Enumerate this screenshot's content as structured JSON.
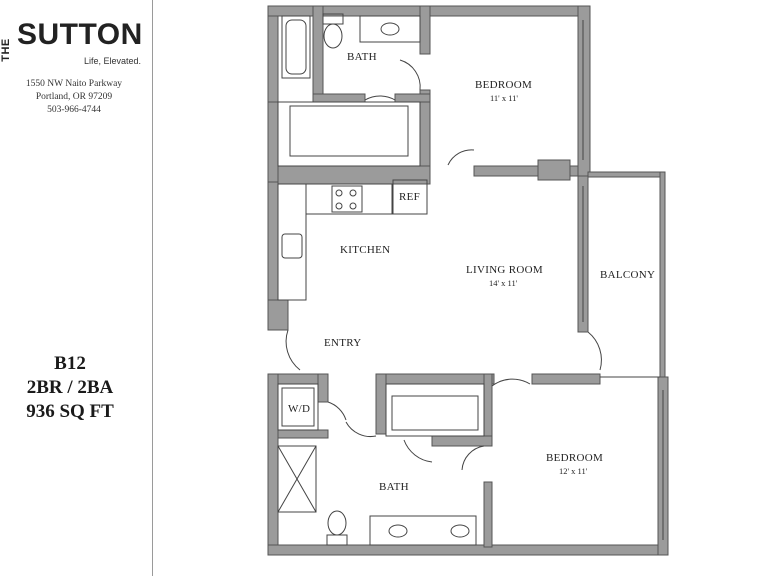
{
  "brand": {
    "prefix": "THE",
    "name": "SUTTON",
    "tagline": "Life, Elevated."
  },
  "address": {
    "street": "1550 NW Naito Parkway",
    "city": "Portland, OR 97209",
    "phone": "503-966-4744"
  },
  "unit": {
    "code": "B12",
    "layout": "2BR / 2BA",
    "size": "936 SQ FT"
  },
  "plan": {
    "bath_top": "BATH",
    "bedroom_top": "BEDROOM",
    "bedroom_top_dim": "11' x 11'",
    "ref": "REF",
    "kitchen": "KITCHEN",
    "living_room": "LIVING ROOM",
    "living_room_dim": "14' x 11'",
    "balcony": "BALCONY",
    "entry": "ENTRY",
    "wd": "W/D",
    "bath_bottom": "BATH",
    "bedroom_bottom": "BEDROOM",
    "bedroom_bottom_dim": "12' x 11'"
  },
  "colors": {
    "wall": "#9b9b9b",
    "wall_stroke": "#555555",
    "fixture": "#444444"
  }
}
